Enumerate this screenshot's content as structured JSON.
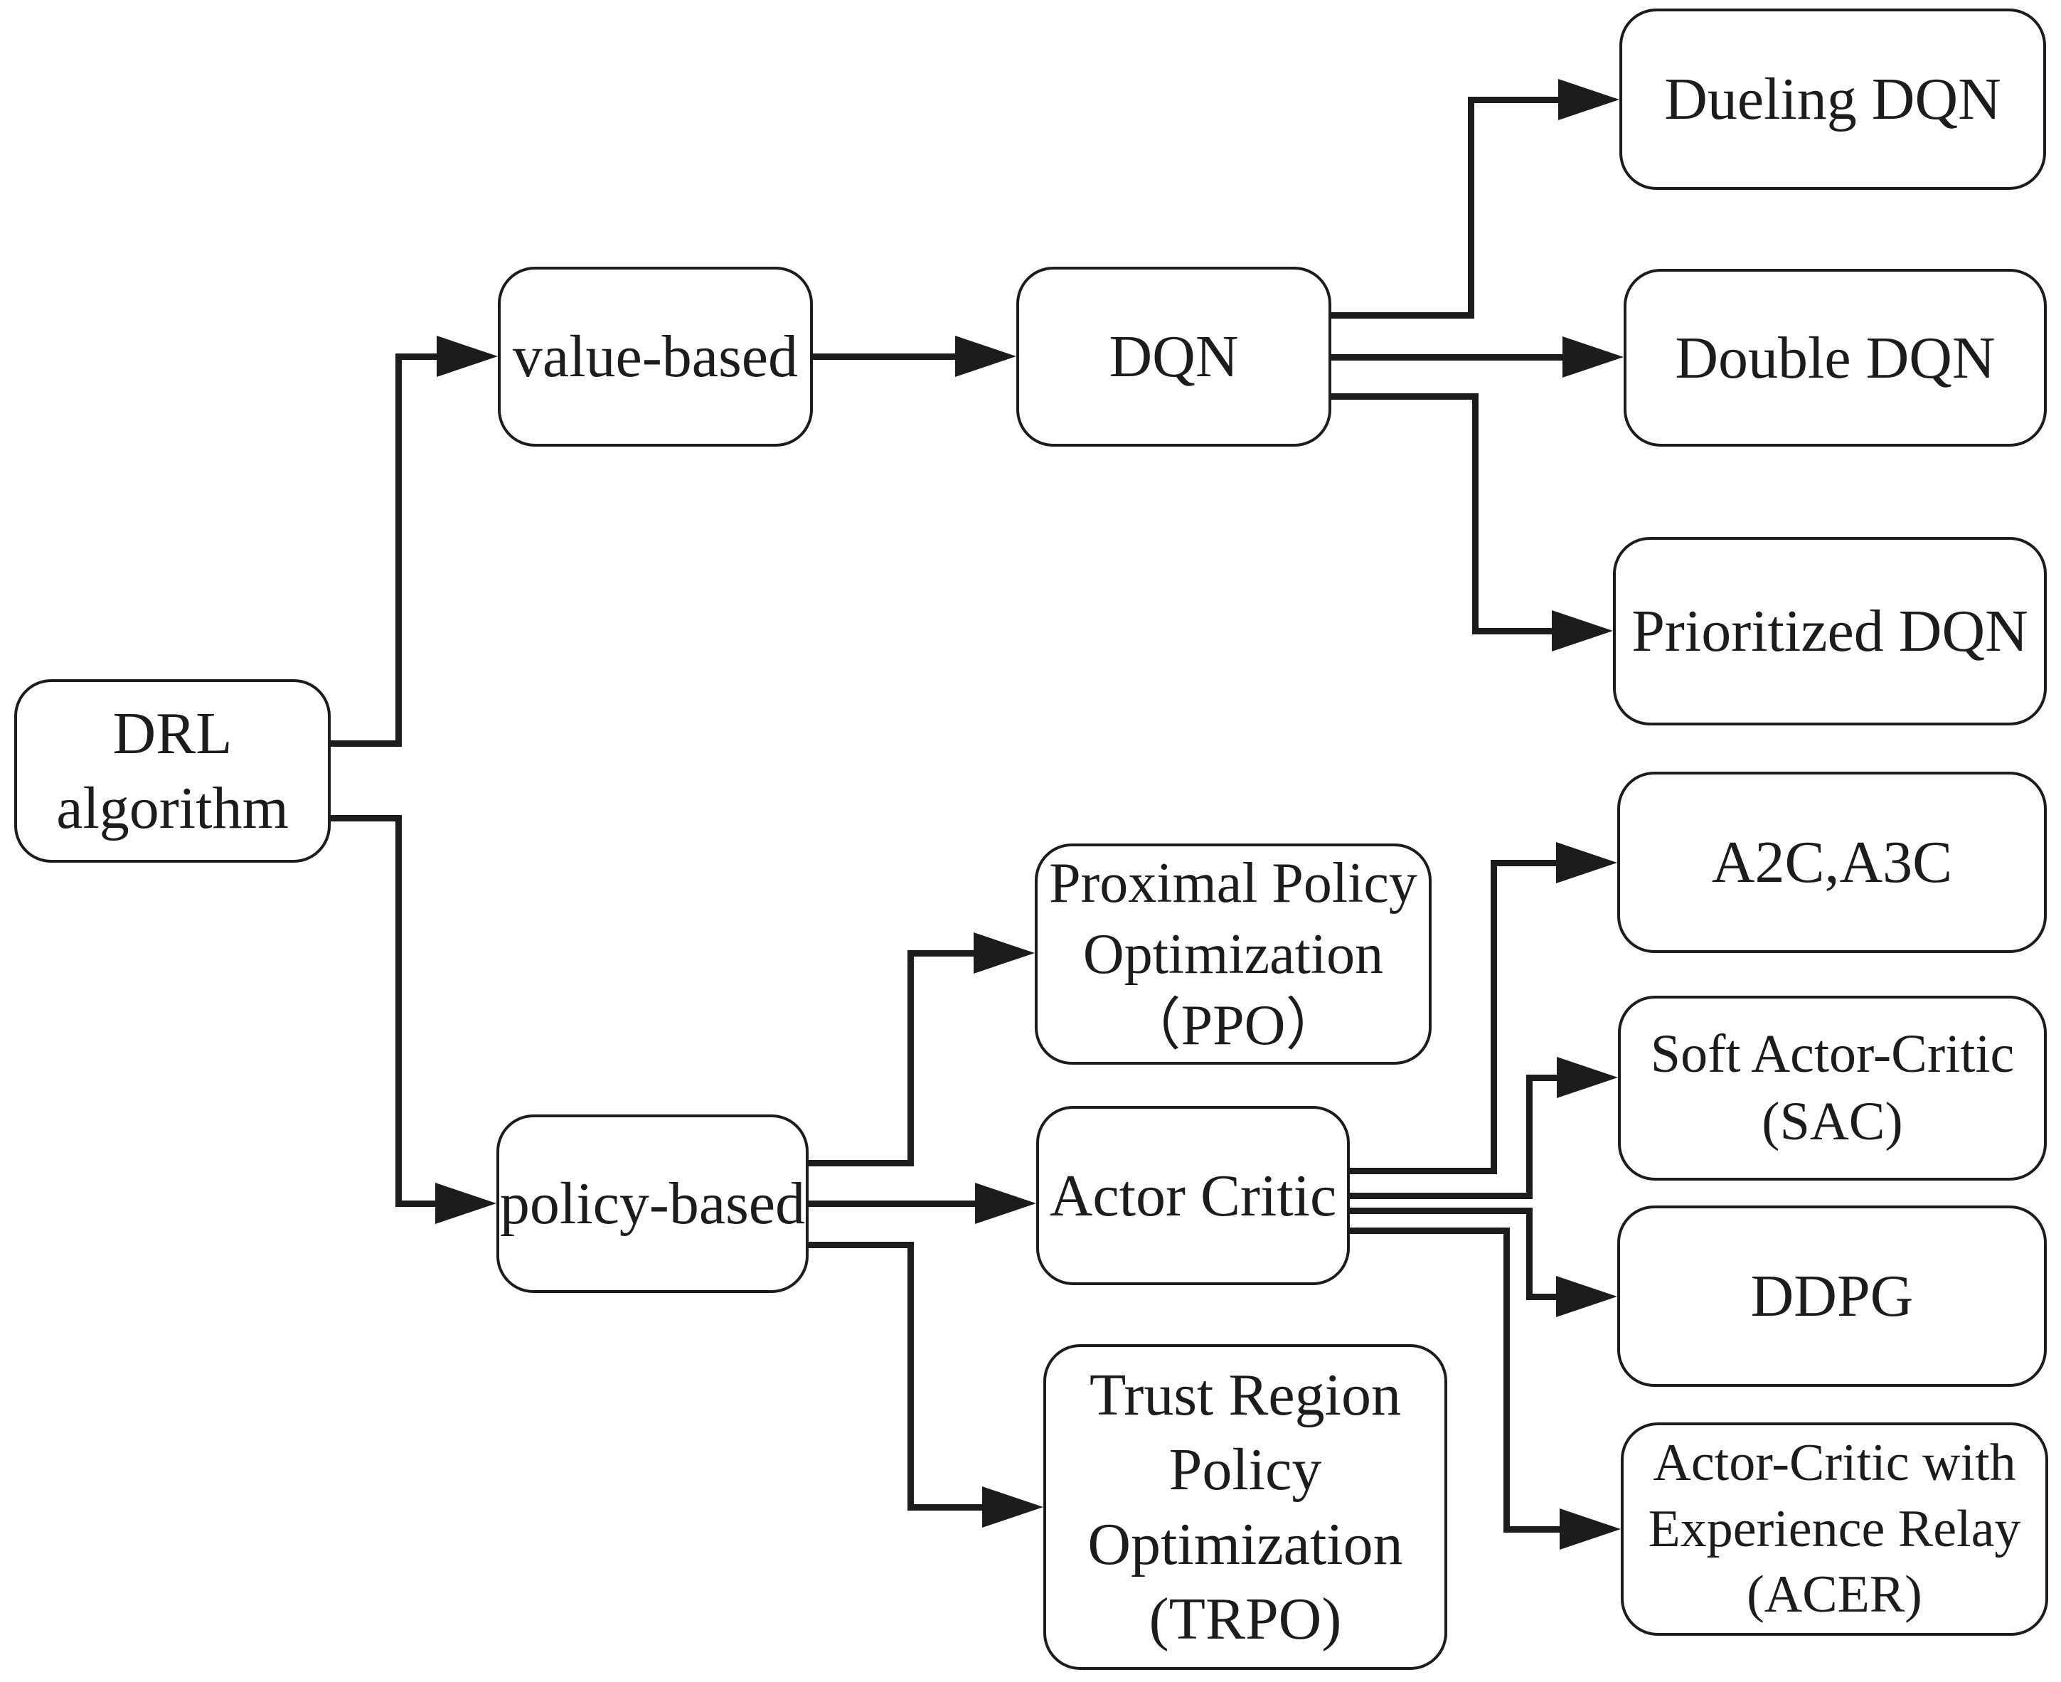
{
  "figure": {
    "type": "flowchart",
    "background_color": "#ffffff",
    "box_fill_color": "#ffffff",
    "box_border_color": "#1c1c1c",
    "line_color": "#1c1c1c",
    "text_color": "#1c1c1c"
  },
  "nodes": {
    "root": {
      "label": "DRL\nalgorithm"
    },
    "value_based": {
      "label": "value-based"
    },
    "policy_based": {
      "label": "policy-based"
    },
    "dqn": {
      "label": "DQN"
    },
    "dueling_dqn": {
      "label": "Dueling DQN"
    },
    "double_dqn": {
      "label": "Double DQN"
    },
    "prioritized_dqn": {
      "label": "Prioritized DQN"
    },
    "ppo": {
      "label": "Proximal Policy\nOptimization\n（PPO）"
    },
    "actor_critic": {
      "label": "Actor Critic"
    },
    "trpo": {
      "label": "Trust Region\nPolicy\nOptimization\n(TRPO)"
    },
    "a2c_a3c": {
      "label": "A2C,A3C"
    },
    "sac": {
      "label": "Soft Actor-Critic\n(SAC)"
    },
    "ddpg": {
      "label": "DDPG"
    },
    "acer": {
      "label": "Actor-Critic with\nExperience Relay\n(ACER)"
    }
  },
  "edges": [
    {
      "from": "root",
      "to": "value_based"
    },
    {
      "from": "root",
      "to": "policy_based"
    },
    {
      "from": "value_based",
      "to": "dqn"
    },
    {
      "from": "dqn",
      "to": "dueling_dqn"
    },
    {
      "from": "dqn",
      "to": "double_dqn"
    },
    {
      "from": "dqn",
      "to": "prioritized_dqn"
    },
    {
      "from": "policy_based",
      "to": "ppo"
    },
    {
      "from": "policy_based",
      "to": "actor_critic"
    },
    {
      "from": "policy_based",
      "to": "trpo"
    },
    {
      "from": "actor_critic",
      "to": "a2c_a3c"
    },
    {
      "from": "actor_critic",
      "to": "sac"
    },
    {
      "from": "actor_critic",
      "to": "ddpg"
    },
    {
      "from": "actor_critic",
      "to": "acer"
    }
  ]
}
